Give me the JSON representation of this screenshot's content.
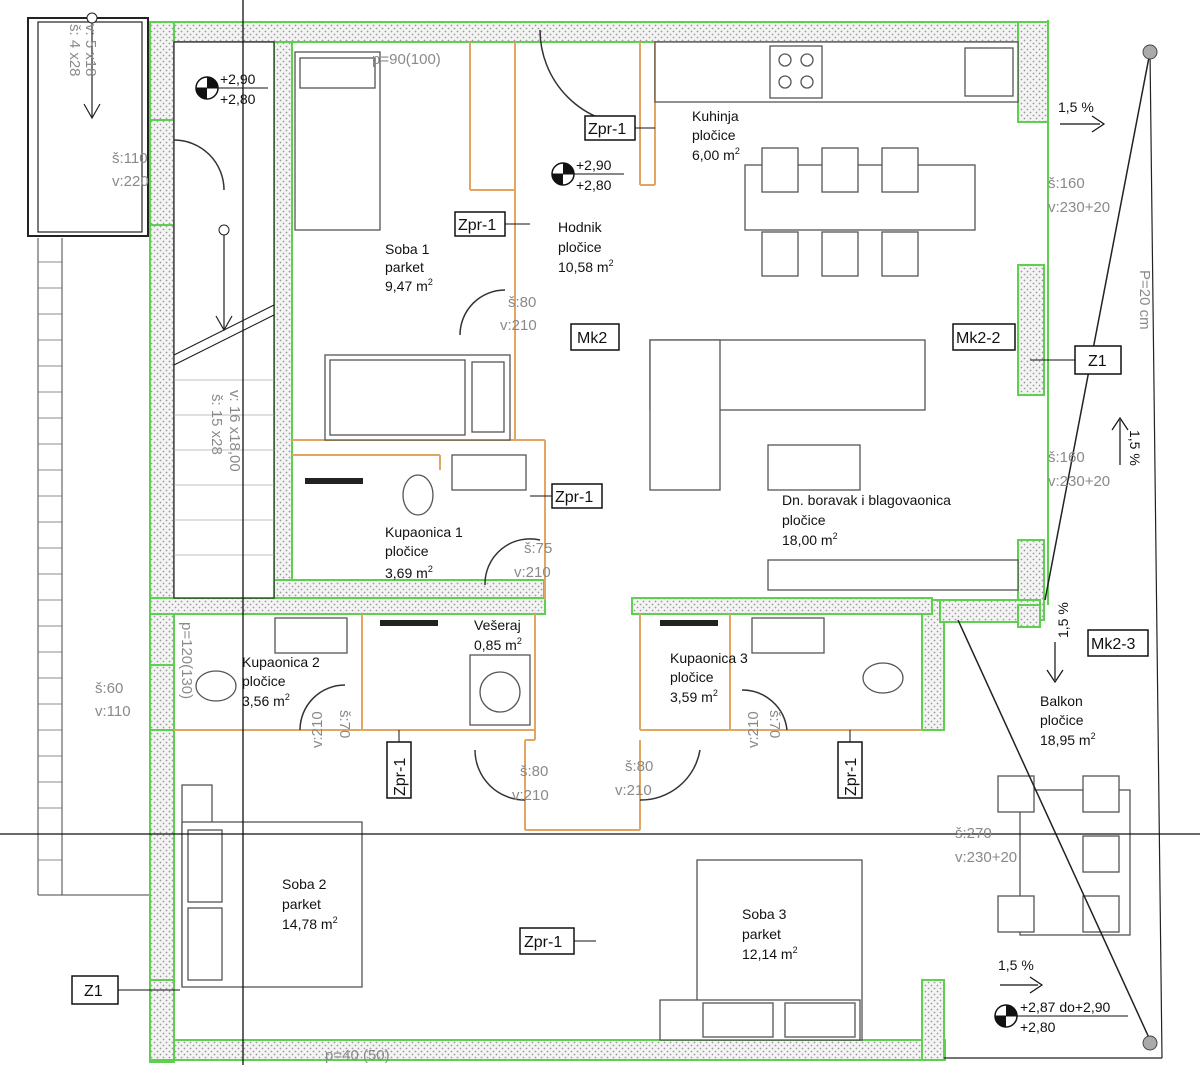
{
  "rooms": [
    {
      "id": "soba1",
      "name": "Soba 1",
      "floor": "parket",
      "area": "9,47 m",
      "sup": "2"
    },
    {
      "id": "hodnik",
      "name": "Hodnik",
      "floor": "pločice",
      "area": "10,58 m",
      "sup": "2"
    },
    {
      "id": "kuhinja",
      "name": "Kuhinja",
      "floor": "pločice",
      "area": "6,00 m",
      "sup": "2"
    },
    {
      "id": "boravak",
      "name": "Dn. boravak i blagovaonica",
      "floor": "pločice",
      "area": "18,00 m",
      "sup": "2"
    },
    {
      "id": "kupaonica1",
      "name": "Kupaonica 1",
      "floor": "pločice",
      "area": "3,69 m",
      "sup": "2"
    },
    {
      "id": "veseraj",
      "name": "Vešeraj",
      "floor": "",
      "area": "0,85 m",
      "sup": "2"
    },
    {
      "id": "kupaonica2",
      "name": "Kupaonica 2",
      "floor": "pločice",
      "area": "3,56 m",
      "sup": "2"
    },
    {
      "id": "kupaonica3",
      "name": "Kupaonica 3",
      "floor": "pločice",
      "area": "3,59 m",
      "sup": "2"
    },
    {
      "id": "balkon",
      "name": "Balkon",
      "floor": "pločice",
      "area": "18,95 m",
      "sup": "2"
    },
    {
      "id": "soba2",
      "name": "Soba 2",
      "floor": "parket",
      "area": "14,78 m",
      "sup": "2"
    },
    {
      "id": "soba3",
      "name": "Soba 3",
      "floor": "parket",
      "area": "12,14 m",
      "sup": "2"
    }
  ],
  "tags": {
    "zpr1": "Zpr-1",
    "mk2": "Mk2",
    "mk2_2": "Mk2-2",
    "mk2_3": "Mk2-3",
    "z1": "Z1"
  },
  "dimensions": {
    "door_110_w": "š:110",
    "door_110_h": "v:220",
    "door_80_w": "š:80",
    "door_80_h": "v:210",
    "door_75_w": "š:75",
    "door_75_h": "v:210",
    "door_70_w": "š:70",
    "door_70_h": "v:210",
    "win_60_w": "š:60",
    "win_60_h": "v:110",
    "win_160_w": "š:160",
    "win_160_h": "v:230+20",
    "win_270_w": "š:270",
    "win_270_h": "v:230+20",
    "p90": "p=90(100)",
    "p120": "p=120(130)",
    "p40": "p=40 (50)",
    "p20": "P=20 cm",
    "stair_top_1": "v: 5 x18",
    "stair_top_2": "š: 4 x28",
    "stair_main_1": "v: 16 x18,00",
    "stair_main_2": "š: 15 x28"
  },
  "levels": {
    "a_top": "+2,90",
    "a_bot": "+2,80",
    "b_top": "+2,90",
    "b_bot": "+2,80",
    "c_top": "+2,87 do+2,90",
    "c_bot": "+2,80"
  },
  "slopes": {
    "s1": "1,5 %",
    "s2": "1,5 %",
    "s3": "1,5 %",
    "s4": "1,5 %"
  },
  "colors": {
    "wall_outline": "#5fcf4f",
    "door_orange": "#e2a562",
    "text": "#111111",
    "dim_gray": "#8a8a8a"
  }
}
